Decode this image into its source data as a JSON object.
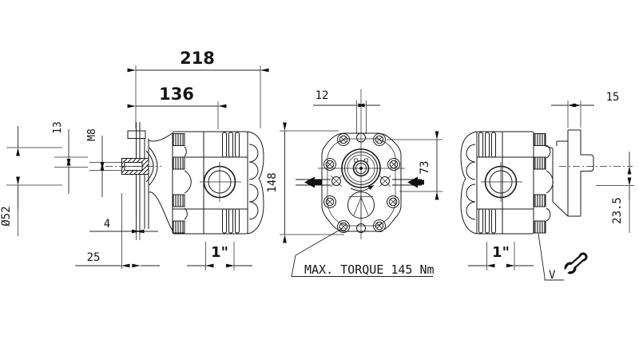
{
  "page": {
    "title": "Hydraulic gear pump technical drawing (three views)",
    "background": "#ffffff",
    "line_color": "#1a1a1a"
  },
  "dimensions": {
    "overall_length": "218",
    "body_length": "136",
    "shaft_step": "13",
    "thread": "M8",
    "flange_diameter": "Ø52",
    "plate_thickness": "4",
    "shaft_length": "25",
    "front_port": "1\"",
    "key_width": "12",
    "port_height": "73",
    "body_height": "148",
    "rear_plate_thickness": "15",
    "rear_offset": "23.5",
    "rear_port": "1\"",
    "valve_mark": "V"
  },
  "notes": {
    "max_torque": "MAX. TORQUE 145 Nm"
  }
}
